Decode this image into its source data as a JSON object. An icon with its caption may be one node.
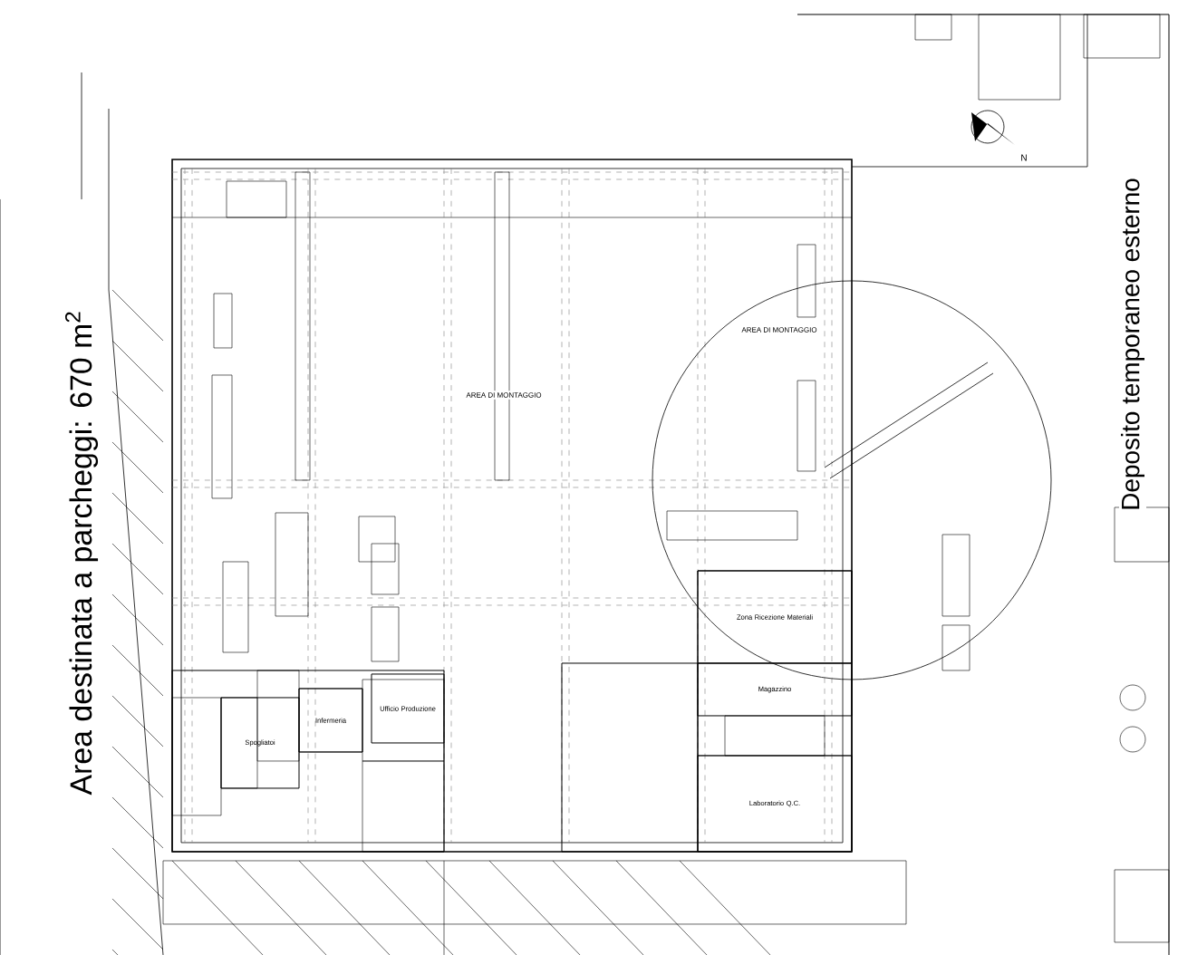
{
  "diagram": {
    "nodes": [
      {
        "text": [
          "Zona Ricezione Materiali"
        ]
      },
      {
        "text": [
          "Magazzino"
        ]
      },
      {
        "text": [
          "Laboratorio Q.C."
        ]
      },
      {
        "text": [
          "Ufficio Produzione"
        ]
      },
      {
        "text": [
          "Infermeria"
        ]
      },
      {
        "text": [
          "Spogliatoi"
        ]
      }
    ],
    "labels": [
      "Area destinata a parcheggi: 670 m$^{2}$",
      "Deposito temporaneo esterno",
      "N",
      "AREA DI MONTAGGIO",
      "AREA DI MONTAGGIO"
    ]
  }
}
